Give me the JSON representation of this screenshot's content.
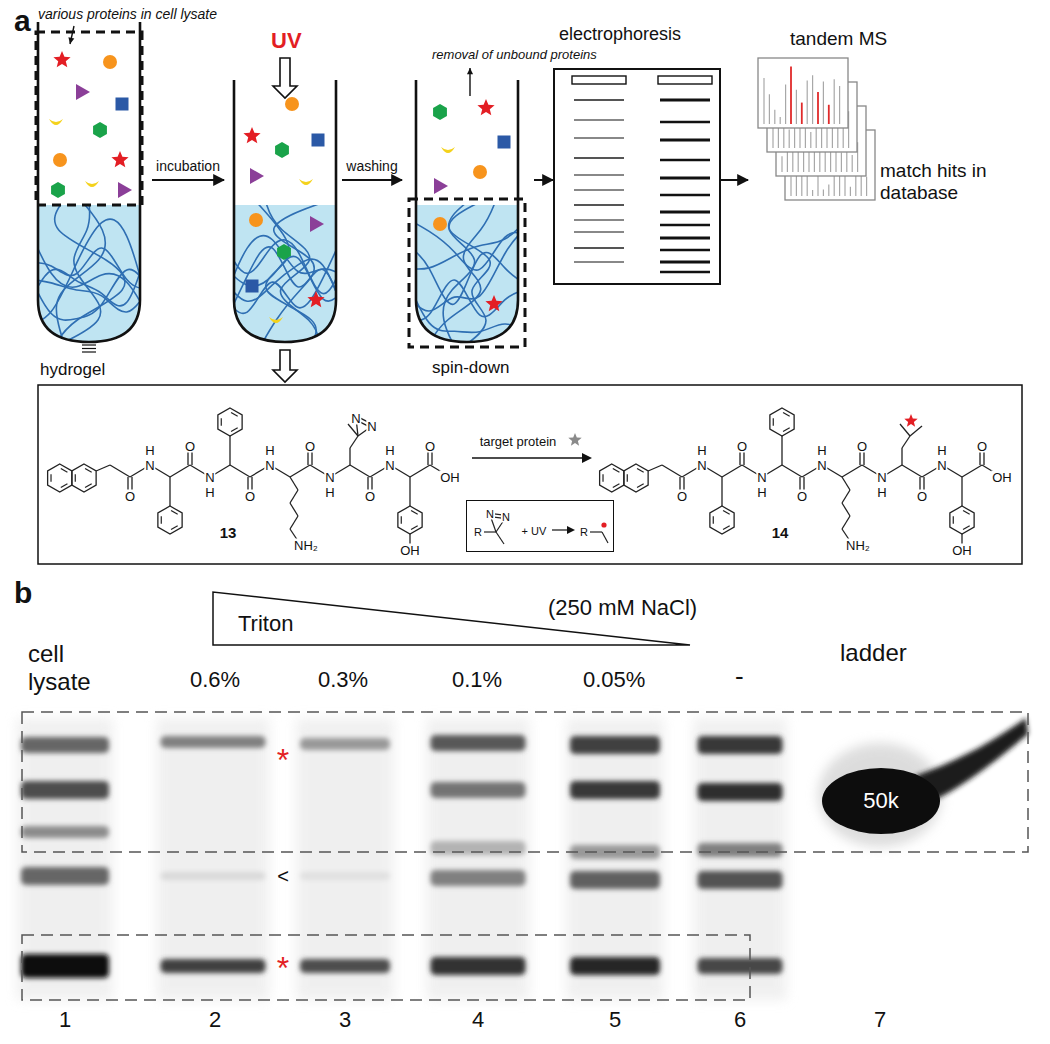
{
  "diagram": {
    "nodes": [
      {
        "text": [
          "various proteins in cell lysate",
          "hydrogel"
        ]
      },
      {
        "text": [
          "UV"
        ]
      },
      {
        "text": [
          "removal of unbound proteins",
          "spin-down"
        ]
      },
      {
        "text": [
          "electrophoresis"
        ]
      },
      {
        "text": [
          "tandem MS",
          "match hits in database"
        ]
      },
      {
        "text": [
          "+ UV"
        ]
      },
      {
        "text": [
          "50k"
        ]
      }
    ],
    "edges": [
      {
        "from": 0,
        "to": 1,
        "arrow": "to",
        "label": "incubation"
      },
      {
        "from": 1,
        "to": 2,
        "arrow": "to",
        "label": "washing"
      },
      {
        "from": 2,
        "to": 3,
        "arrow": "to"
      },
      {
        "from": 3,
        "to": 4,
        "arrow": "to"
      }
    ],
    "labels": [
      "a",
      "13",
      "14",
      "target protein",
      "H",
      "N",
      "H",
      "N",
      "H",
      "N",
      "H",
      "N",
      "H",
      "N",
      "O",
      "O",
      "O",
      "O",
      "O",
      "O",
      "OH",
      "NH₂",
      "OH",
      "N",
      "N",
      "H",
      "N",
      "H",
      "N",
      "H",
      "N",
      "H",
      "N",
      "H",
      "N",
      "O",
      "O",
      "O",
      "O",
      "O",
      "O",
      "OH",
      "NH₂",
      "OH",
      "R",
      "N",
      "N",
      "R",
      "b",
      "Triton",
      "(250 mM NaCl)",
      "cell lysate",
      "0.6%",
      "0.3%",
      "0.1%",
      "0.05%",
      "-",
      "ladder",
      "*",
      "<",
      "*",
      "1",
      "2",
      "3",
      "4",
      "5",
      "6",
      "7"
    ]
  }
}
